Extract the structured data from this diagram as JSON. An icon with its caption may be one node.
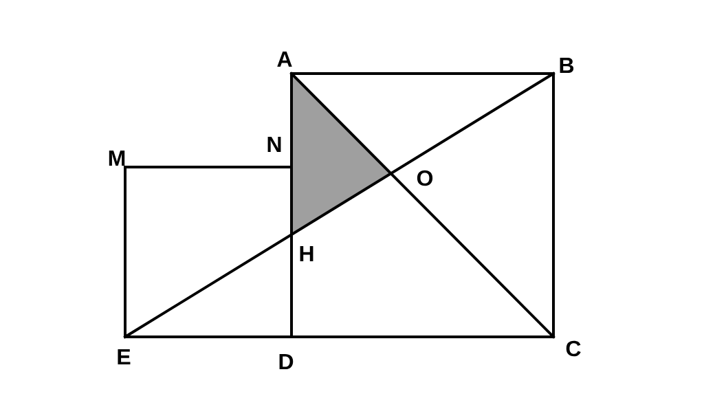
{
  "diagram": {
    "labels": [
      "A",
      "B",
      "N",
      "M",
      "O",
      "H",
      "E",
      "D",
      "C"
    ]
  }
}
